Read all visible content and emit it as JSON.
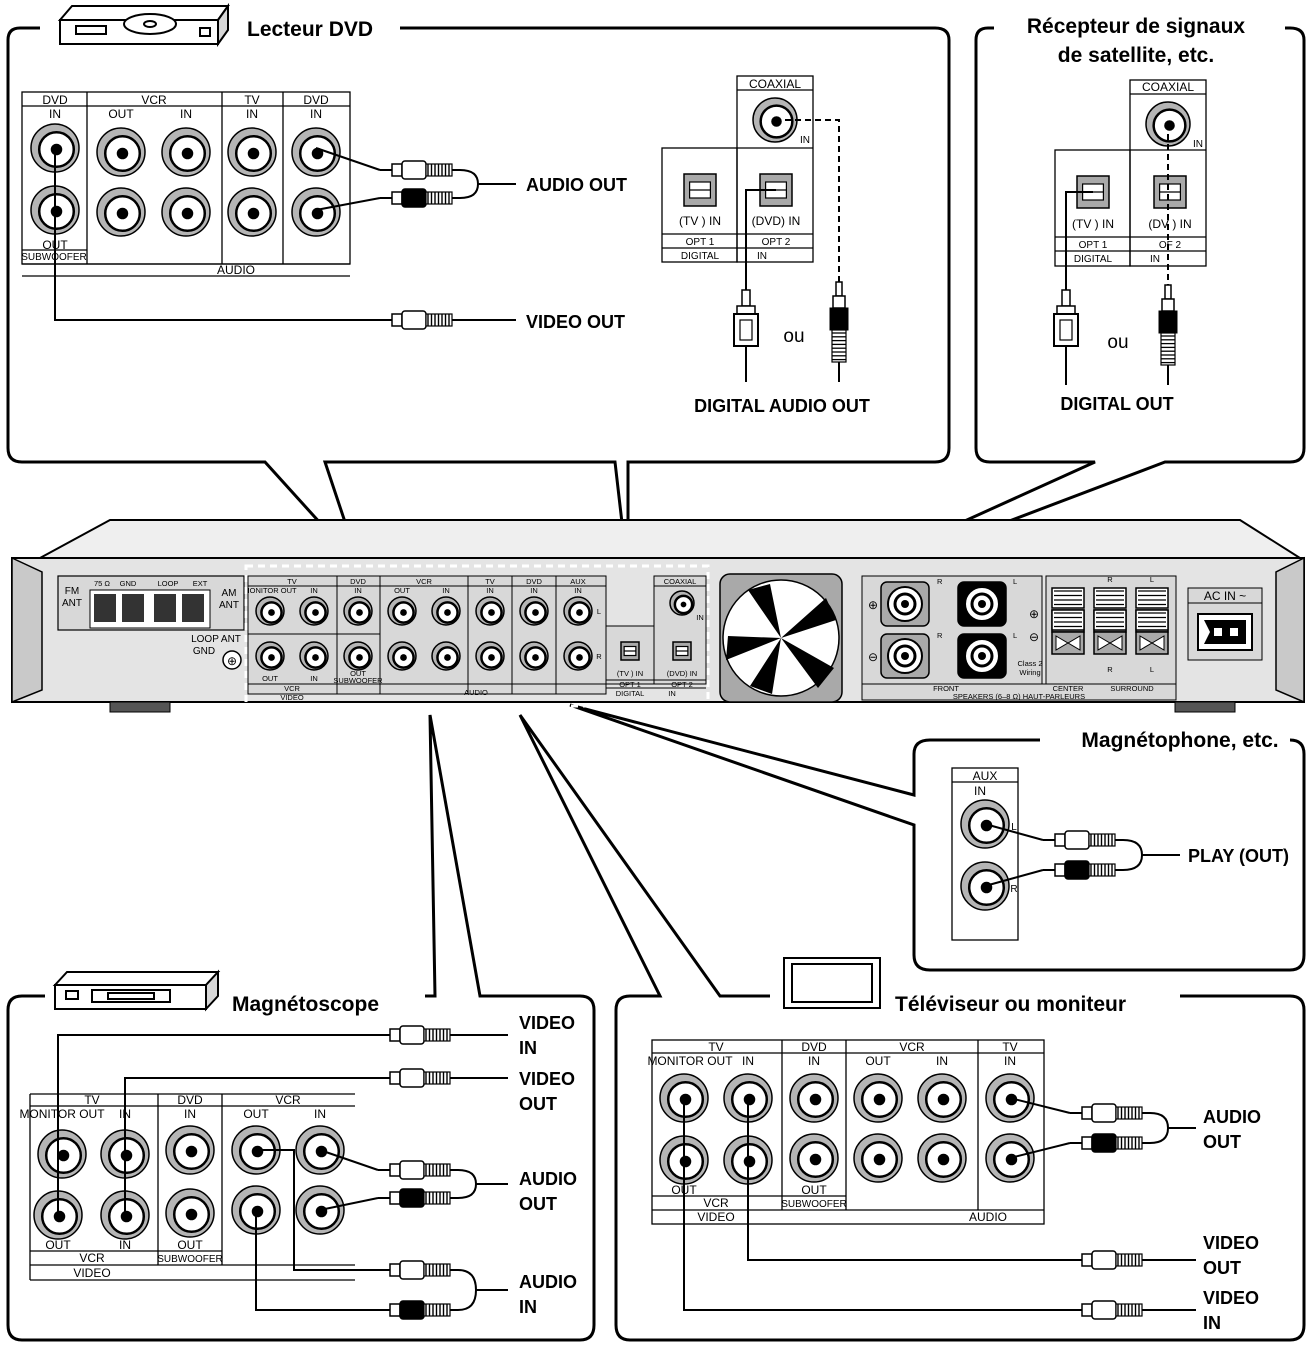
{
  "colors": {
    "stroke": "#000000",
    "panel": "#d8d8d8",
    "panel_dark": "#a9a9a9",
    "jack_ring": "#b5b5b5",
    "background": "#ffffff"
  },
  "callouts": {
    "dvd": {
      "title": "Lecteur DVD",
      "audio_out": "AUDIO OUT",
      "video_out": "VIDEO OUT",
      "digital_audio_out": "DIGITAL AUDIO OUT",
      "or": "ou",
      "panel": {
        "dvd": "DVD",
        "in": "IN",
        "out": "OUT",
        "subwoofer": "SUBWOOFER",
        "vcr": "VCR",
        "vcr_out": "OUT",
        "vcr_in": "IN",
        "tv": "TV",
        "tv_in": "IN",
        "dvd2": "DVD",
        "dvd2_in": "IN",
        "audio": "AUDIO"
      },
      "digital": {
        "coaxial": "COAXIAL",
        "coax_in": "IN",
        "tv_in": "(TV ) IN",
        "dvd_in": "(DVD) IN",
        "opt1": "OPT 1",
        "opt2": "OPT 2",
        "digital": "DIGITAL",
        "in": "IN"
      }
    },
    "satellite": {
      "title_line1": "Récepteur de signaux",
      "title_line2": "de satellite, etc.",
      "digital_out": "DIGITAL OUT",
      "or": "ou",
      "digital": {
        "coaxial": "COAXIAL",
        "coax_in": "IN",
        "tv_in": "(TV ) IN",
        "dvd_in": "(DV ) IN",
        "opt1": "OPT 1",
        "opt2": "OF  2",
        "digital": "DIGITAL",
        "in": "IN"
      }
    },
    "tape": {
      "title": "Magnétophone, etc.",
      "aux": "AUX",
      "in": "IN",
      "l": "L",
      "r": "R",
      "play_out": "PLAY (OUT)"
    },
    "vcr": {
      "title": "Magnétoscope",
      "video_in_1": "VIDEO",
      "video_in_2": "IN",
      "video_out_1": "VIDEO",
      "video_out_2": "OUT",
      "audio_out_1": "AUDIO",
      "audio_out_2": "OUT",
      "audio_in_1": "AUDIO",
      "audio_in_2": "IN",
      "panel": {
        "tv": "TV",
        "monitor_out": "MONITOR OUT",
        "in": "IN",
        "dvd": "DVD",
        "dvd_in": "IN",
        "vcr": "VCR",
        "vcr_out": "OUT",
        "vcr_in": "IN",
        "out": "OUT",
        "in2": "IN",
        "out3": "OUT",
        "vcr_b": "VCR",
        "subwoofer": "SUBWOOFER",
        "video": "VIDEO"
      }
    },
    "tv": {
      "title": "Téléviseur ou moniteur",
      "audio_out_1": "AUDIO",
      "audio_out_2": "OUT",
      "video_out_1": "VIDEO",
      "video_out_2": "OUT",
      "video_in_1": "VIDEO",
      "video_in_2": "IN",
      "panel": {
        "tv": "TV",
        "monitor_out": "MONITOR OUT",
        "in": "IN",
        "dvd": "DVD",
        "dvd_in": "IN",
        "vcr": "VCR",
        "vcr_out": "OUT",
        "vcr_in": "IN",
        "tv2": "TV",
        "tv2_in": "IN",
        "out": "OUT",
        "vcr_b": "VCR",
        "video": "VIDEO",
        "sub_out": "OUT",
        "subwoofer": "SUBWOOFER",
        "audio": "AUDIO"
      }
    }
  },
  "receiver": {
    "fm": "FM",
    "ant": "ANT",
    "ohm": "75 Ω",
    "gnd": "GND",
    "loop": "LOOP",
    "ext": "EXT",
    "am": "AM",
    "am_ant": "ANT",
    "loop_ant": "LOOP ANT",
    "loop_gnd": "GND",
    "tv": "TV",
    "monitor_out": "MONITOR OUT",
    "in": "IN",
    "dvd": "DVD",
    "dvd_in": "IN",
    "vcr": "VCR",
    "vcr_out": "OUT",
    "vcr_in": "IN",
    "tv2": "TV",
    "tv2_in": "IN",
    "dvd2": "DVD",
    "dvd2_in": "IN",
    "aux": "AUX",
    "aux_in": "IN",
    "l": "L",
    "r": "R",
    "out": "OUT",
    "in2": "IN",
    "sub_out": "OUT",
    "subwoofer": "SUBWOOFER",
    "vcr_b": "VCR",
    "video": "VIDEO",
    "audio": "AUDIO",
    "coaxial": "COAXIAL",
    "coax_in": "IN",
    "tv_opt": "(TV ) IN",
    "dvd_opt": "(DVD) IN",
    "opt1": "OPT 1",
    "opt2": "OPT 2",
    "digital": "DIGITAL",
    "dig_in": "IN",
    "front": "FRONT",
    "speakers": "SPEAKERS (6–8 Ω) HAUT-PARLEURS",
    "center": "CENTER",
    "surround": "SURROUND",
    "class2_1": "Class 2",
    "class2_2": "Wiring",
    "sp_r": "R",
    "sp_l": "L",
    "plus": "⊕",
    "minus": "⊖",
    "ac_in": "AC IN ~"
  }
}
